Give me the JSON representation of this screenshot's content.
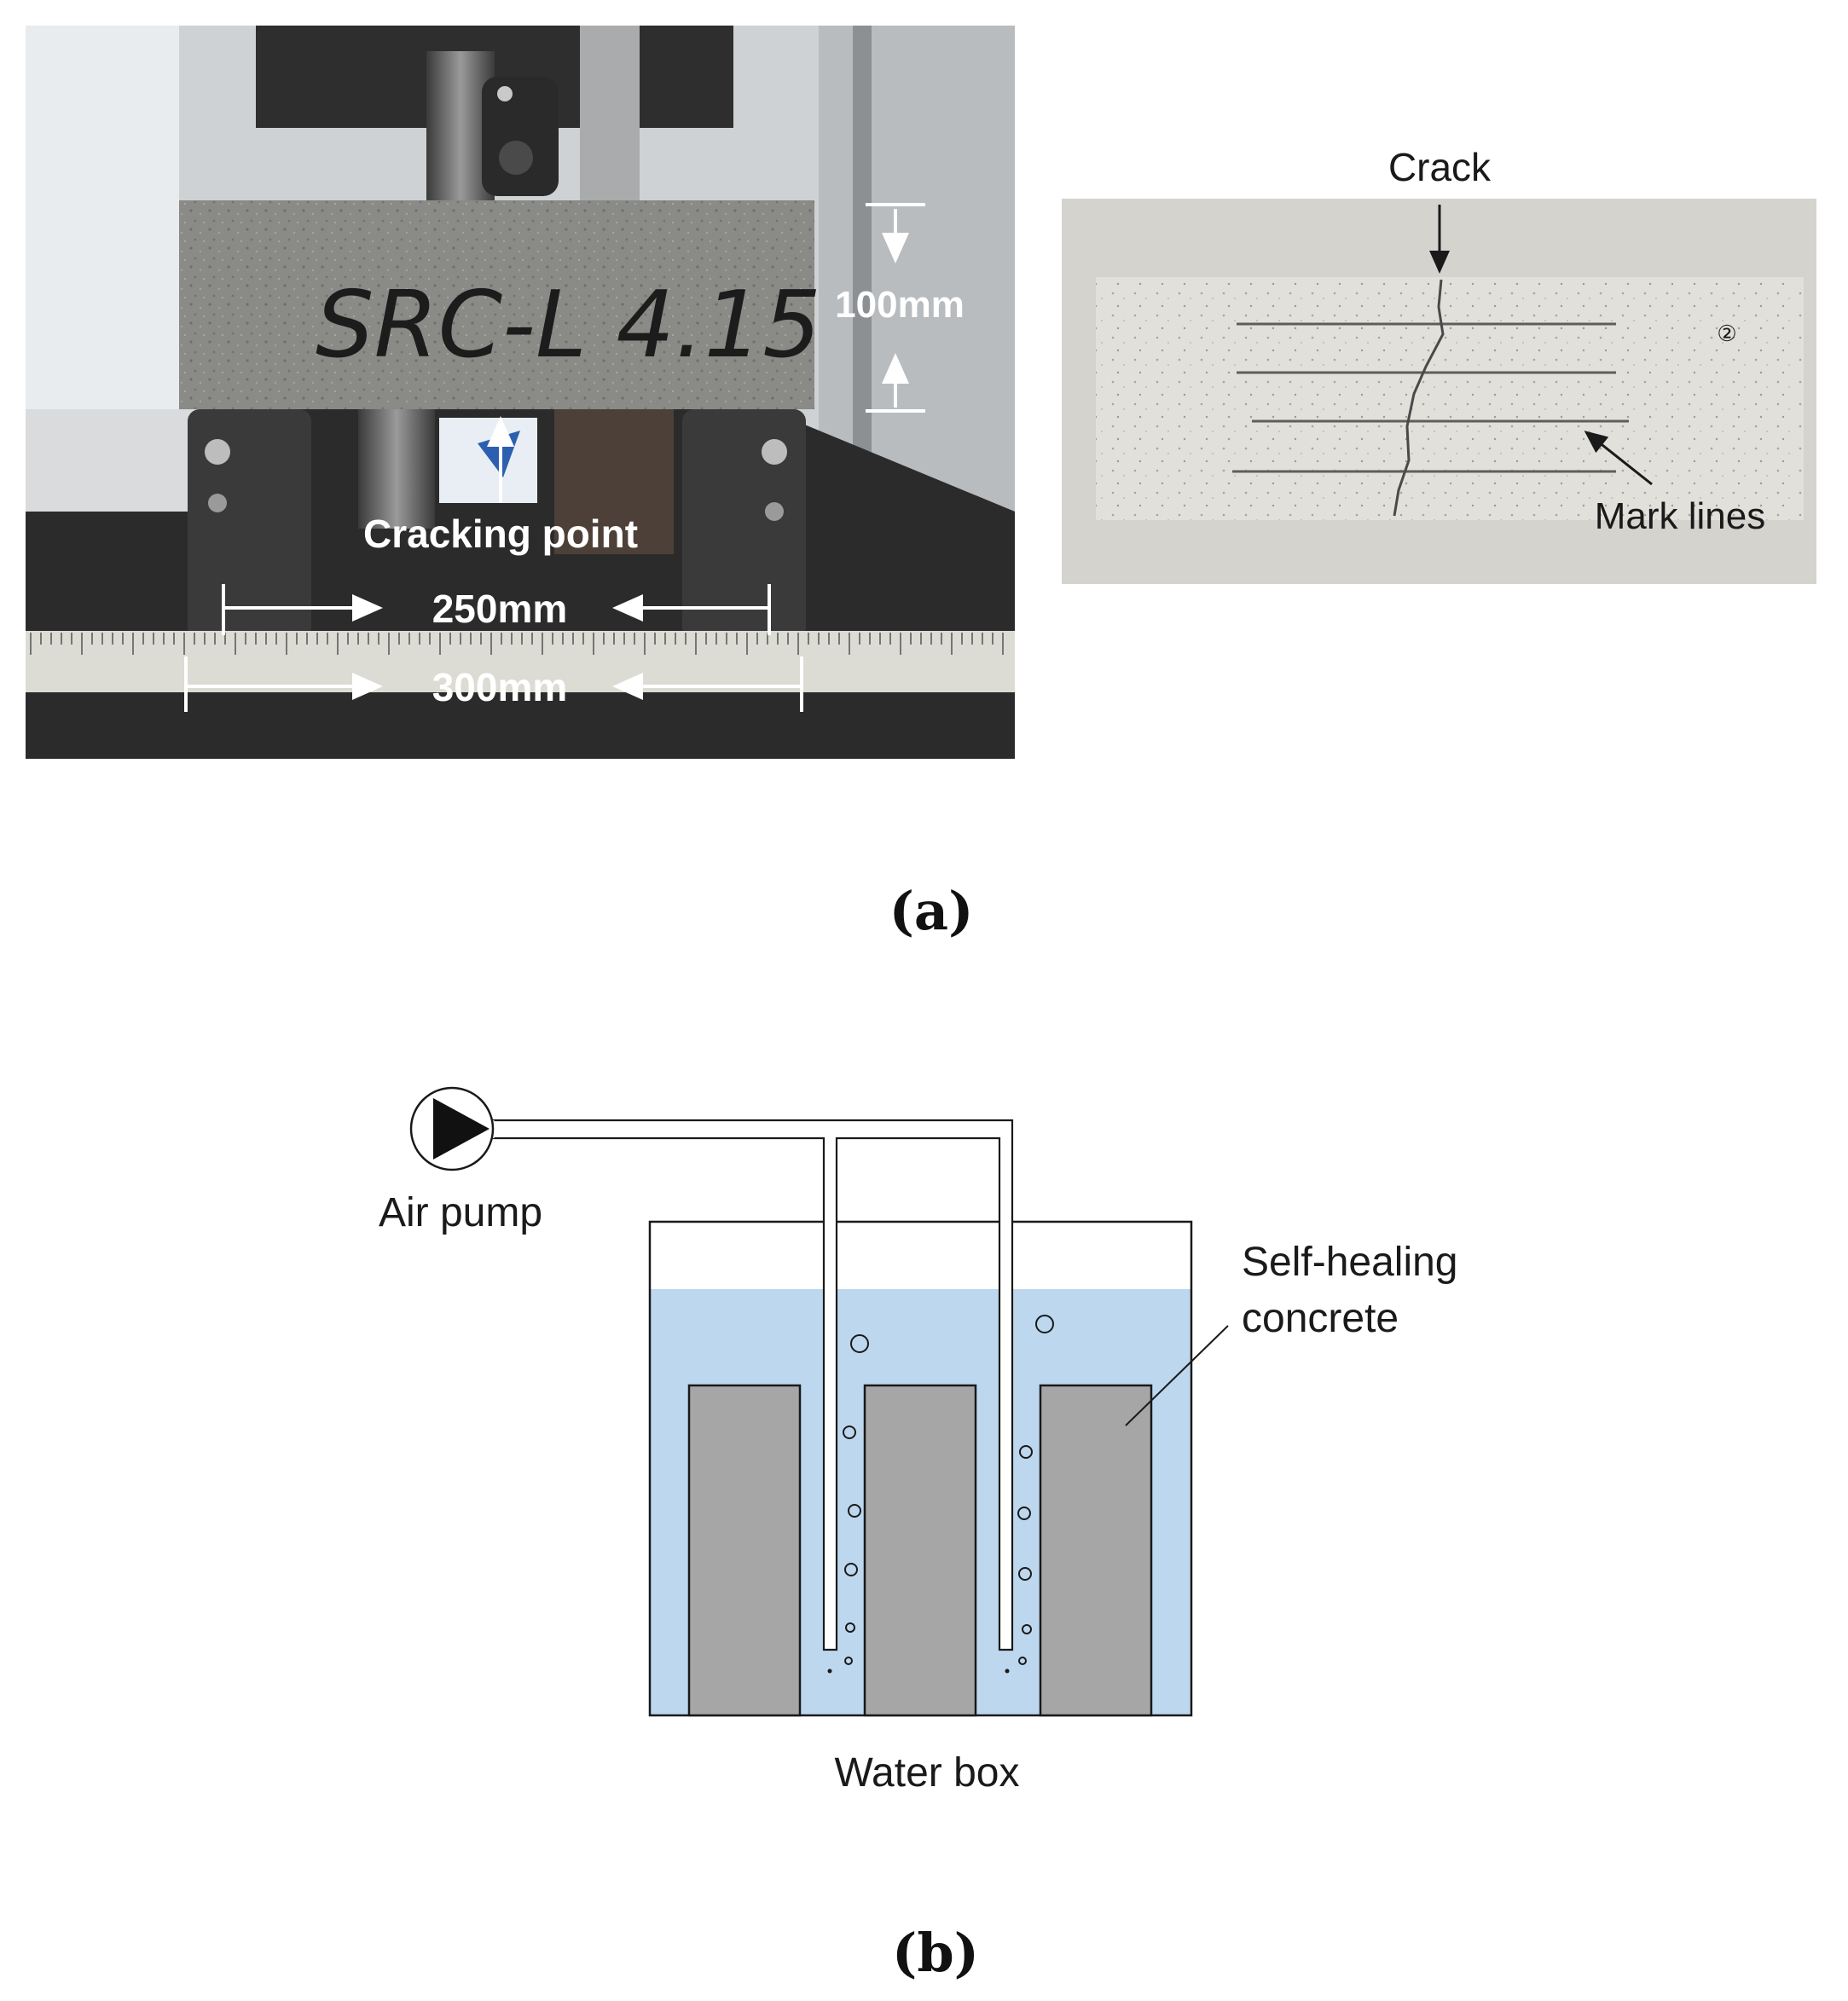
{
  "panel_a": {
    "photo_left": {
      "specimen_marking": "SRC-L 4.15",
      "height_label": "100mm",
      "cracking_label": "Cracking point",
      "span_inner_label": "250mm",
      "span_outer_label": "300mm"
    },
    "photo_right": {
      "crack_label": "Crack",
      "mark_lines_label": "Mark lines",
      "corner_mark": "②"
    },
    "caption": "(a)"
  },
  "panel_b": {
    "air_pump_label": "Air pump",
    "concrete_label_line1": "Self-healing",
    "concrete_label_line2": "concrete",
    "water_box_label": "Water box",
    "caption": "(b)"
  },
  "colors": {
    "water": "#bdd7ee",
    "concrete": "#a6a6a6",
    "machine": "#2b2b2b",
    "specimen": "#8a8a86",
    "slab": "#e2e0da"
  }
}
